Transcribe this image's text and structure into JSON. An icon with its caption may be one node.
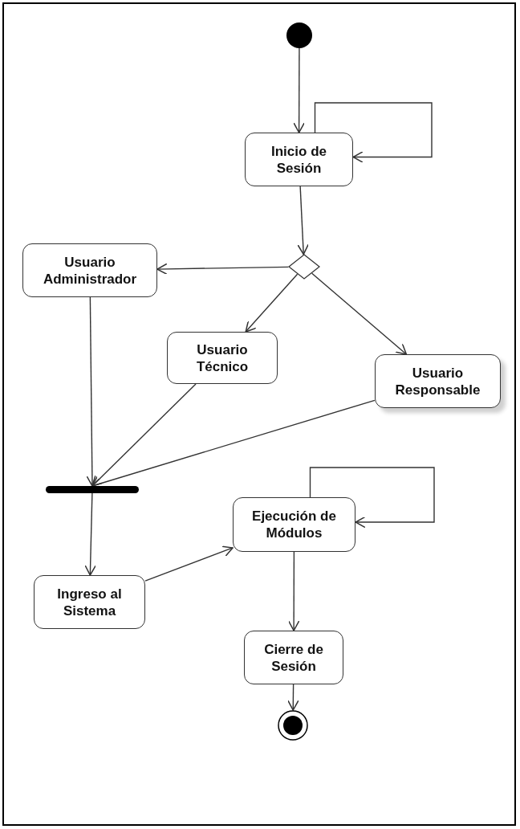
{
  "diagram": {
    "nodes": [
      {
        "text": [],
        "shape": "circle"
      },
      {
        "text": [
          "Inicio de Sesión"
        ]
      },
      {
        "text": [],
        "shape": "diamond"
      },
      {
        "text": [
          "Usuario Administrador"
        ]
      },
      {
        "text": [
          "Usuario Técnico"
        ]
      },
      {
        "text": [
          "Usuario Responsable"
        ]
      },
      {
        "text": [],
        "shape": "bar"
      },
      {
        "text": [
          "Ingreso al Sistema"
        ]
      },
      {
        "text": [
          "Ejecución de Módulos"
        ]
      },
      {
        "text": [
          "Cierre de Sesión"
        ]
      },
      {
        "text": [],
        "shape": "final"
      }
    ],
    "edges": [
      {
        "from": 0,
        "to": 1,
        "arrow": "to"
      },
      {
        "from": 1,
        "to": 1,
        "arrow": "to"
      },
      {
        "from": 1,
        "to": 2,
        "arrow": "to"
      },
      {
        "from": 2,
        "to": 3,
        "arrow": "to"
      },
      {
        "from": 2,
        "to": 4,
        "arrow": "to"
      },
      {
        "from": 2,
        "to": 5,
        "arrow": "to"
      },
      {
        "from": 3,
        "to": 6,
        "arrow": "to"
      },
      {
        "from": 4,
        "to": 6,
        "arrow": "to"
      },
      {
        "from": 5,
        "to": 6,
        "arrow": "to"
      },
      {
        "from": 6,
        "to": 7,
        "arrow": "to"
      },
      {
        "from": 7,
        "to": 8,
        "arrow": "to"
      },
      {
        "from": 8,
        "to": 8,
        "arrow": "to"
      },
      {
        "from": 8,
        "to": 9,
        "arrow": "to"
      },
      {
        "from": 9,
        "to": 10,
        "arrow": "to"
      }
    ]
  }
}
